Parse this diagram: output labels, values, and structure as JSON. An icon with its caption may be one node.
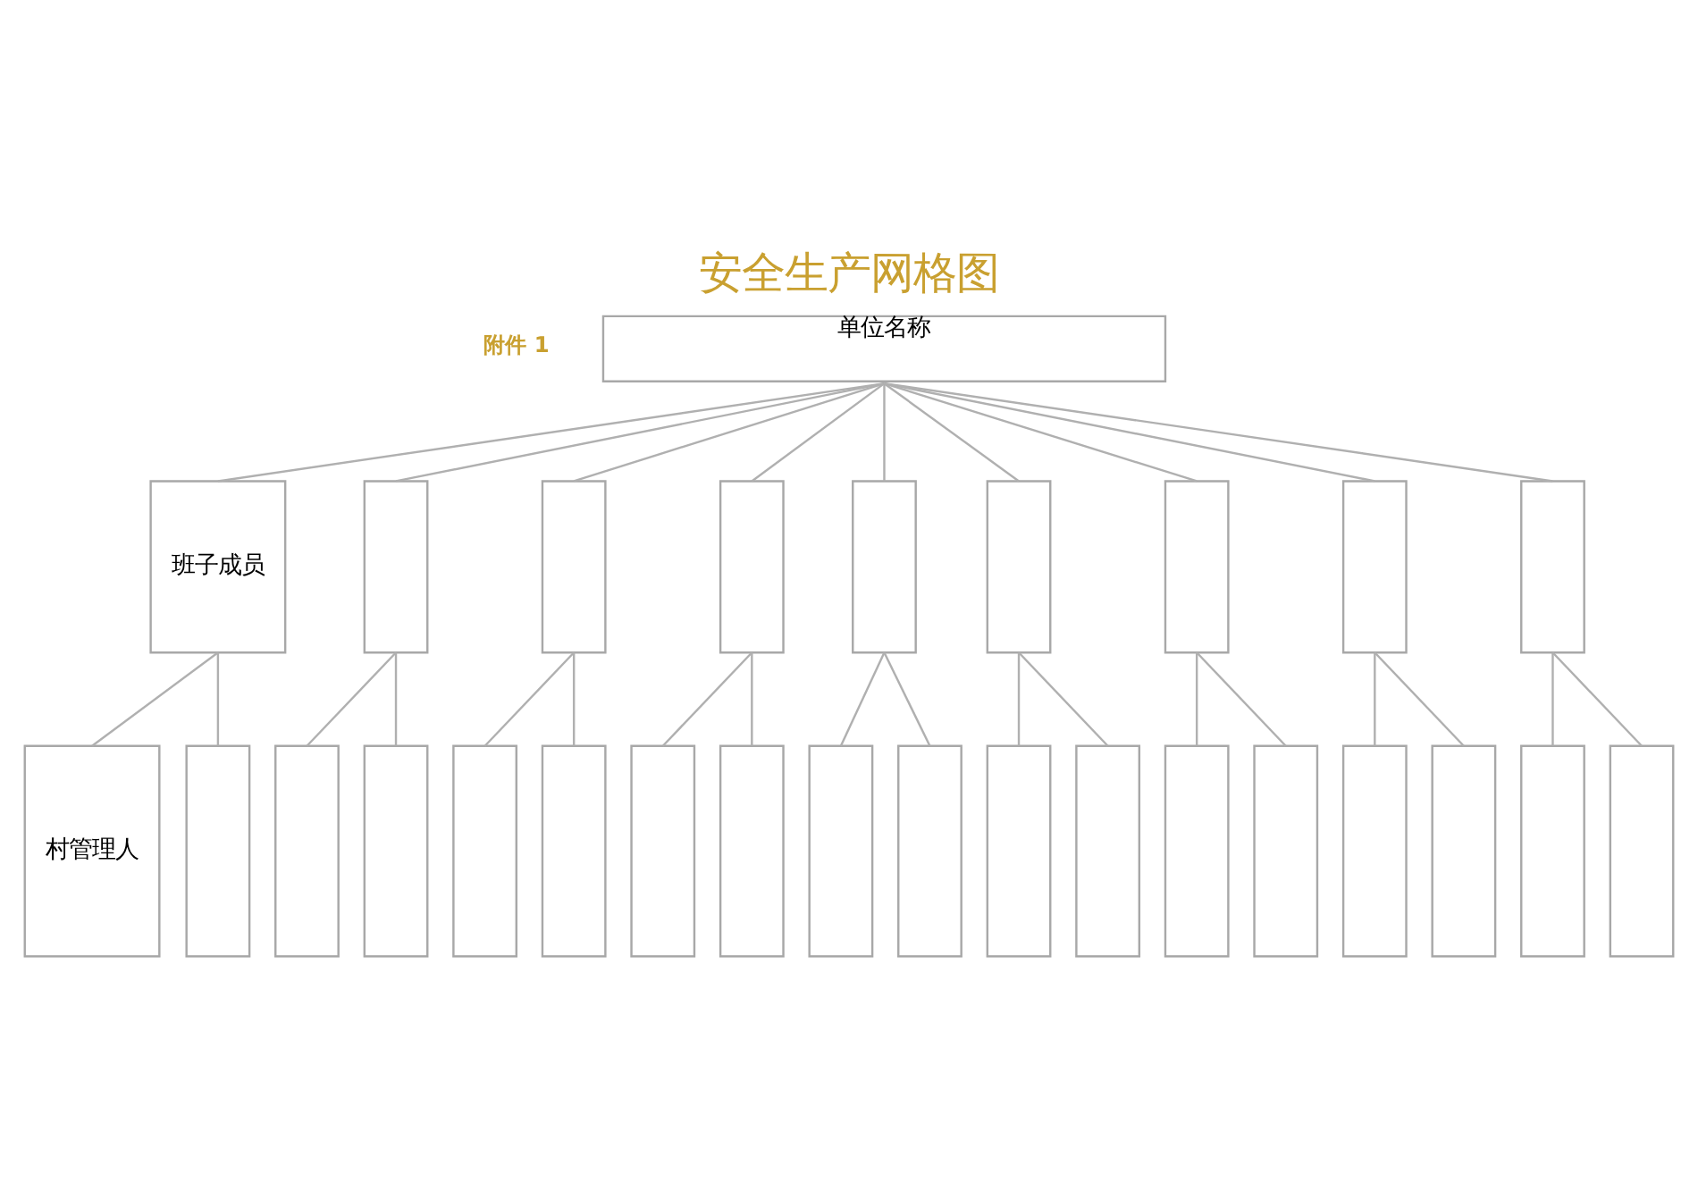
{
  "diagram": {
    "title": "安全生产网格图",
    "nodes": [
      {
        "text": [
          "单位名称"
        ]
      },
      {
        "text": [
          "班子成员"
        ]
      },
      {
        "text": [],
        "shape": "box"
      },
      {
        "text": [],
        "shape": "box"
      },
      {
        "text": [],
        "shape": "box"
      },
      {
        "text": [],
        "shape": "box"
      },
      {
        "text": [],
        "shape": "box"
      },
      {
        "text": [],
        "shape": "box"
      },
      {
        "text": [],
        "shape": "box"
      },
      {
        "text": [],
        "shape": "box"
      },
      {
        "text": [
          "村管理人"
        ]
      },
      {
        "text": [],
        "shape": "box"
      },
      {
        "text": [],
        "shape": "box"
      },
      {
        "text": [],
        "shape": "box"
      },
      {
        "text": [],
        "shape": "box"
      },
      {
        "text": [],
        "shape": "box"
      },
      {
        "text": [],
        "shape": "box"
      },
      {
        "text": [],
        "shape": "box"
      },
      {
        "text": [],
        "shape": "box"
      },
      {
        "text": [],
        "shape": "box"
      },
      {
        "text": [],
        "shape": "box"
      },
      {
        "text": [],
        "shape": "box"
      },
      {
        "text": [],
        "shape": "box"
      },
      {
        "text": [],
        "shape": "box"
      },
      {
        "text": [],
        "shape": "box"
      },
      {
        "text": [],
        "shape": "box"
      },
      {
        "text": [],
        "shape": "box"
      },
      {
        "text": [],
        "shape": "box"
      }
    ],
    "edges": [
      {
        "from": 0,
        "to": 1,
        "arrow": "none"
      },
      {
        "from": 0,
        "to": 2,
        "arrow": "none"
      },
      {
        "from": 0,
        "to": 3,
        "arrow": "none"
      },
      {
        "from": 0,
        "to": 4,
        "arrow": "none"
      },
      {
        "from": 0,
        "to": 5,
        "arrow": "none"
      },
      {
        "from": 0,
        "to": 6,
        "arrow": "none"
      },
      {
        "from": 0,
        "to": 7,
        "arrow": "none"
      },
      {
        "from": 0,
        "to": 8,
        "arrow": "none"
      },
      {
        "from": 0,
        "to": 9,
        "arrow": "none"
      },
      {
        "from": 1,
        "to": 10,
        "arrow": "none"
      },
      {
        "from": 1,
        "to": 11,
        "arrow": "none"
      },
      {
        "from": 2,
        "to": 12,
        "arrow": "none"
      },
      {
        "from": 2,
        "to": 13,
        "arrow": "none"
      },
      {
        "from": 3,
        "to": 14,
        "arrow": "none"
      },
      {
        "from": 3,
        "to": 15,
        "arrow": "none"
      },
      {
        "from": 4,
        "to": 16,
        "arrow": "none"
      },
      {
        "from": 4,
        "to": 17,
        "arrow": "none"
      },
      {
        "from": 5,
        "to": 18,
        "arrow": "none"
      },
      {
        "from": 5,
        "to": 19,
        "arrow": "none"
      },
      {
        "from": 6,
        "to": 20,
        "arrow": "none"
      },
      {
        "from": 6,
        "to": 21,
        "arrow": "none"
      },
      {
        "from": 7,
        "to": 22,
        "arrow": "none"
      },
      {
        "from": 7,
        "to": 23,
        "arrow": "none"
      },
      {
        "from": 8,
        "to": 24,
        "arrow": "none"
      },
      {
        "from": 8,
        "to": 25,
        "arrow": "none"
      },
      {
        "from": 9,
        "to": 26,
        "arrow": "none"
      },
      {
        "from": 9,
        "to": 27,
        "arrow": "none"
      }
    ],
    "labels": [
      "附件 1"
    ]
  }
}
